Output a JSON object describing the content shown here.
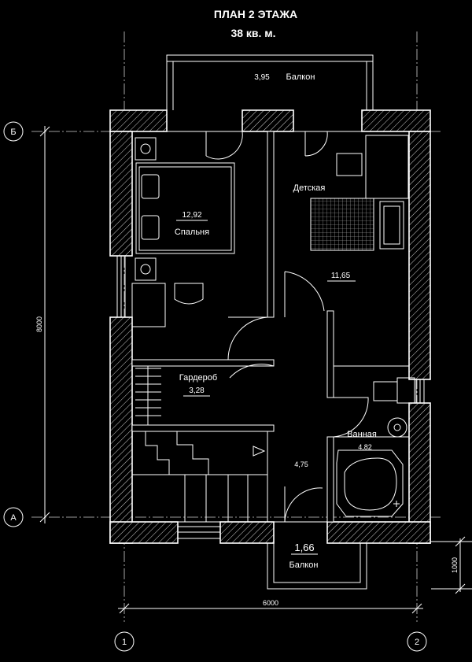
{
  "title": "ПЛАН 2 ЭТАЖА",
  "total_area": "38 кв. м.",
  "rooms": [
    {
      "name": "Балкон",
      "area": "3,95"
    },
    {
      "name": "Спальня",
      "area": "12,92"
    },
    {
      "name": "Детская",
      "area": "11,65"
    },
    {
      "name": "Гардероб",
      "area": "3,28"
    },
    {
      "name": "",
      "area": "4,75"
    },
    {
      "name": "Ванная",
      "area": "4,82"
    },
    {
      "name": "Балкон",
      "area": "1,66"
    }
  ],
  "dimensions": {
    "height": "8000",
    "width": "6000",
    "balcony_depth": "1000"
  },
  "axes": {
    "top": "Б",
    "bottom": "А",
    "left": "1",
    "right": "2"
  }
}
